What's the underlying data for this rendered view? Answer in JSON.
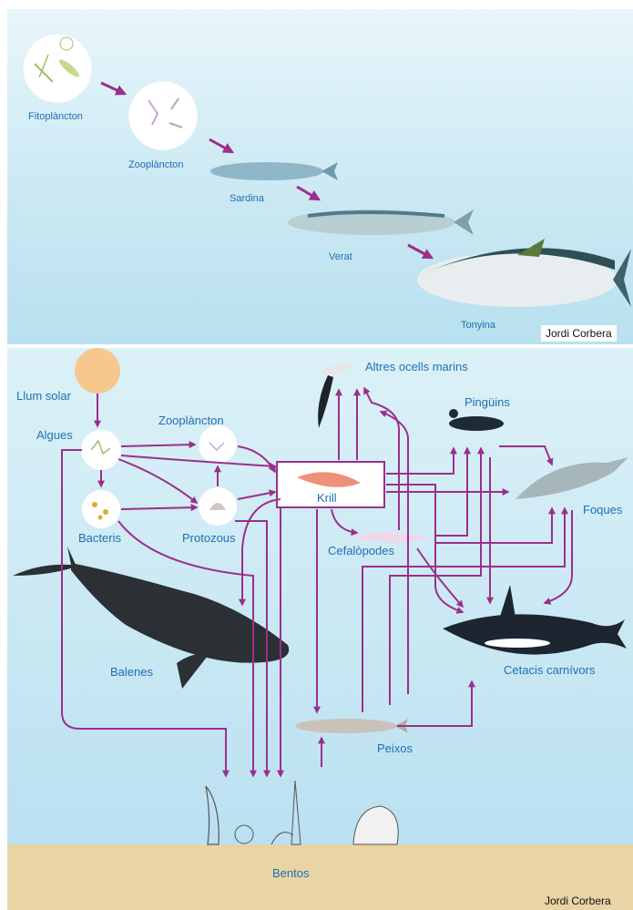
{
  "top_chain": {
    "phytoplankton": "Fitoplàncton",
    "zooplankton": "Zooplàncton",
    "sardine": "Sardina",
    "mackerel": "Verat",
    "tuna": "Tonyina"
  },
  "food_web": {
    "sunlight": "Llum solar",
    "algae": "Algues",
    "zooplankton": "Zooplàncton",
    "bacteria": "Bacteris",
    "protozoa": "Protozous",
    "krill": "Krill",
    "seabirds": "Altres ocells marins",
    "penguins": "Pingüins",
    "seals": "Foques",
    "cephalopods": "Cefalòpodes",
    "whales": "Balenes",
    "carnivorous_cetaceans": "Cetacis carnívors",
    "fish": "Peixos",
    "benthos": "Bentos"
  },
  "credits": {
    "top": "Jordi Corbera",
    "bottom": "Jordi Corbera"
  },
  "colors": {
    "arrow": "#9b2f8c",
    "label": "#1f6fb3",
    "sea_floor": "#e8d4a4"
  }
}
